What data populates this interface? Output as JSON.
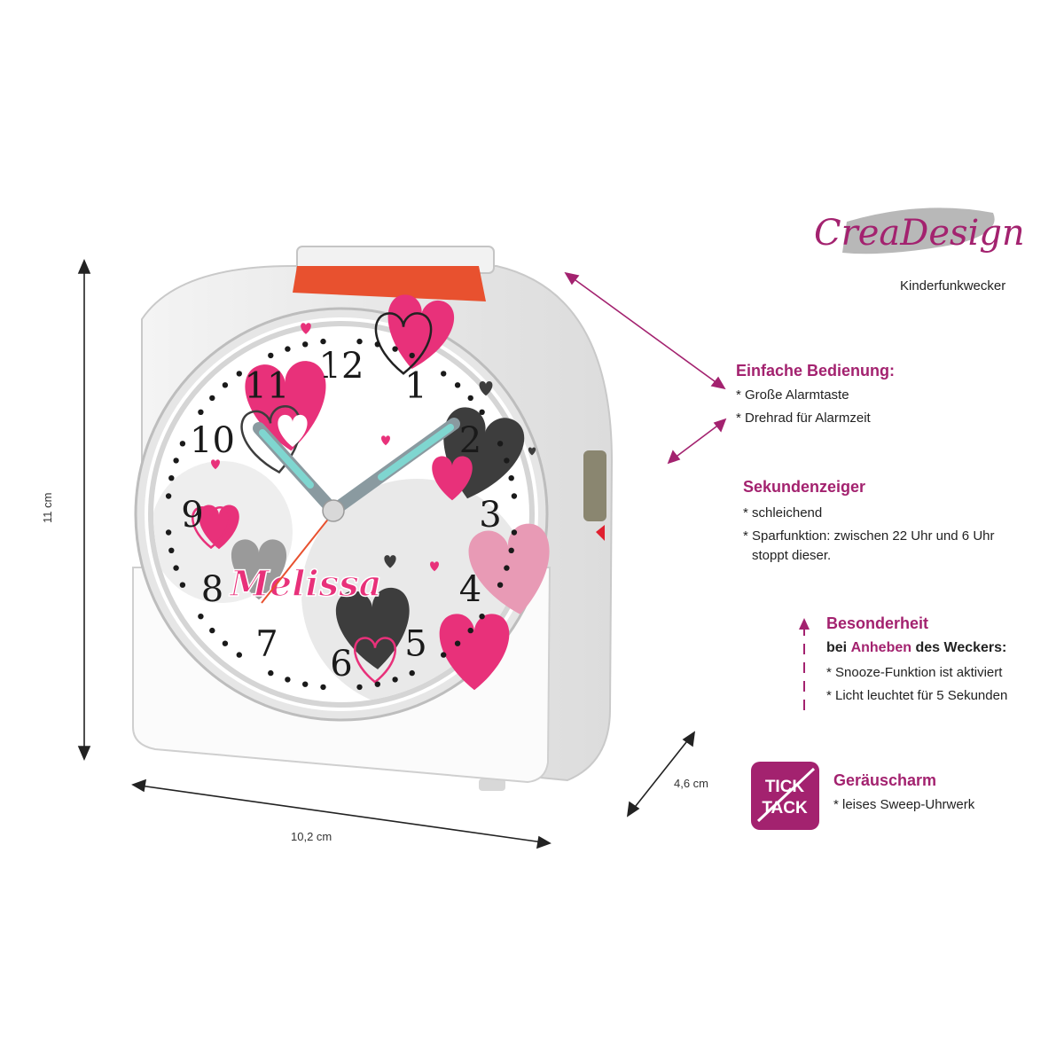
{
  "brand": {
    "logo_text_1": "Crea",
    "logo_text_2": "Design",
    "subtitle": "Kinderfunkwecker",
    "colors": {
      "magenta": "#a3226f",
      "dark": "#333333"
    }
  },
  "dimensions": {
    "height": "11 cm",
    "width": "10,2 cm",
    "depth": "4,6 cm"
  },
  "clock": {
    "name": "Melissa",
    "numerals": [
      "12",
      "1",
      "2",
      "3",
      "4",
      "5",
      "6",
      "7",
      "8",
      "9",
      "10",
      "11"
    ],
    "colors": {
      "pink": "#e8317a",
      "dark_heart": "#3d3d3d",
      "light_pink": "#e89ab5",
      "hand_teal": "#7fd6d0",
      "alarm_button": "#e8512f"
    }
  },
  "features": {
    "bedienung": {
      "title": "Einfache Bedienung:",
      "items": [
        "* Große Alarmtaste",
        "* Drehrad für Alarmzeit"
      ]
    },
    "sekundenzeiger": {
      "title": "Sekundenzeiger",
      "items": [
        "* schleichend",
        "* Sparfunktion: zwischen 22 Uhr und 6 Uhr",
        "stoppt dieser."
      ]
    },
    "besonderheit": {
      "title": "Besonderheit",
      "line_prefix": "bei",
      "line_highlight": "Anheben",
      "line_suffix": "des Weckers:",
      "items": [
        "* Snooze-Funktion ist aktiviert",
        "* Licht leuchtet für 5 Sekunden"
      ]
    },
    "geraeuscharm": {
      "title": "Geräuscharm",
      "badge_line1": "TICK",
      "badge_line2": "TACK",
      "items": [
        "* leises Sweep-Uhrwerk"
      ]
    }
  }
}
